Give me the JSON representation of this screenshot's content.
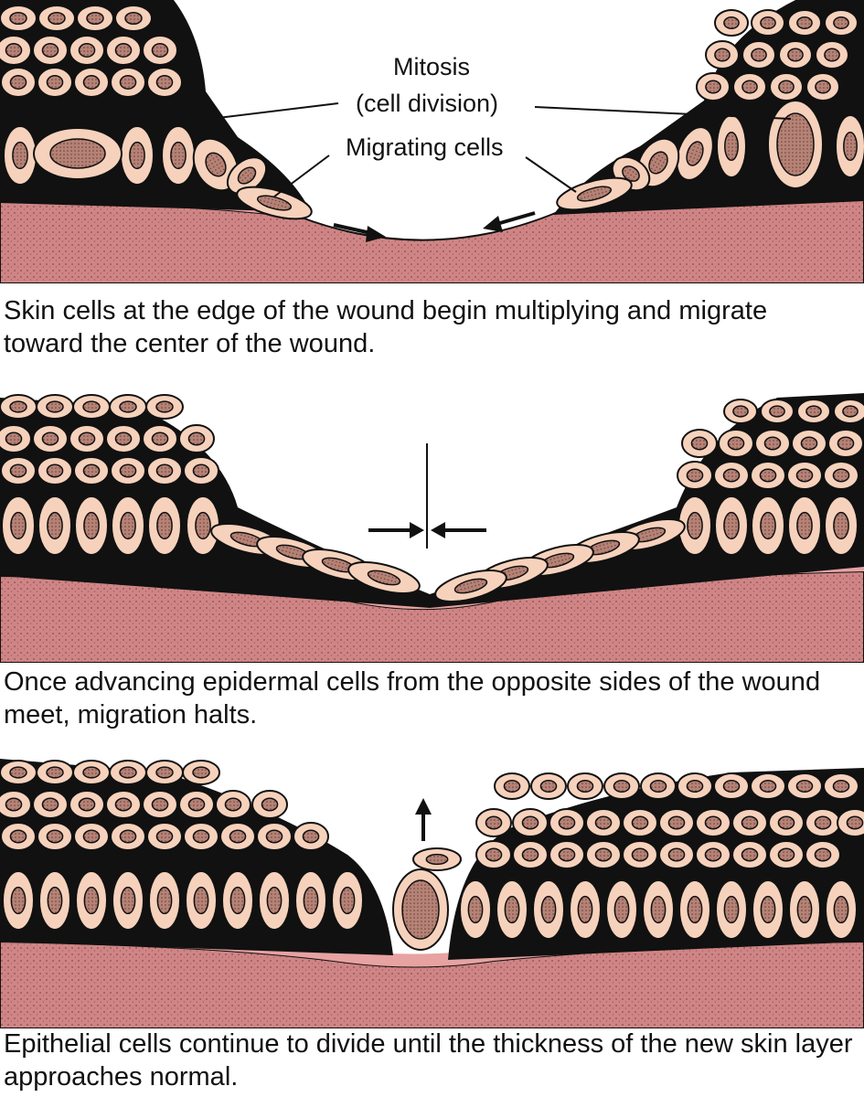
{
  "panel1": {
    "labels": {
      "mitosis": "Mitosis",
      "cell_division": "(cell division)",
      "migrating_cells": "Migrating cells"
    },
    "caption": "Skin cells at the edge of the wound begin multiplying and migrate toward the center of the wound."
  },
  "panel2": {
    "caption": "Once advancing epidermal cells from the opposite sides of the wound meet, migration halts."
  },
  "panel3": {
    "caption": "Epithelial cells continue to divide until the thickness of the new skin layer approaches normal."
  },
  "colors": {
    "cell_fill": "#f6d2bc",
    "nucleus_fill": "#b98a7f",
    "dermis_fill": "#c97a7a",
    "basal_pink": "#e7a2a2",
    "outline": "#111111"
  }
}
